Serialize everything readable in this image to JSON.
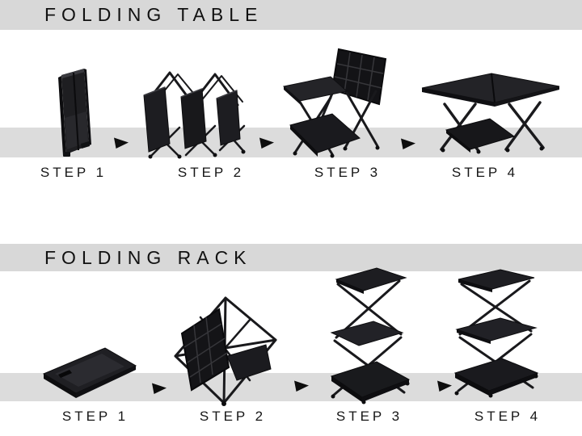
{
  "colors": {
    "background": "#ffffff",
    "title_band": "#d8d8d8",
    "stripe": "#dcdcdc",
    "text": "#111111",
    "product_black": "#1a1a1c",
    "arrow": "#0d0d0d"
  },
  "sections": [
    {
      "title": "FOLDING TABLE",
      "arrow_icon": "right-triangle-arrow",
      "steps": [
        {
          "label": "STEP 1",
          "image": "folding-table-folded-flat-upright"
        },
        {
          "label": "STEP 2",
          "image": "folding-table-accordion-partially-open"
        },
        {
          "label": "STEP 3",
          "image": "folding-table-half-assembled-top-raised"
        },
        {
          "label": "STEP 4",
          "image": "folding-table-fully-assembled"
        }
      ]
    },
    {
      "title": "FOLDING RACK",
      "arrow_icon": "right-triangle-arrow",
      "steps": [
        {
          "label": "STEP 1",
          "image": "folding-rack-folded-flat"
        },
        {
          "label": "STEP 2",
          "image": "folding-rack-partially-open-tilted"
        },
        {
          "label": "STEP 3",
          "image": "folding-rack-nearly-assembled"
        },
        {
          "label": "STEP 4",
          "image": "folding-rack-fully-assembled"
        }
      ]
    }
  ]
}
